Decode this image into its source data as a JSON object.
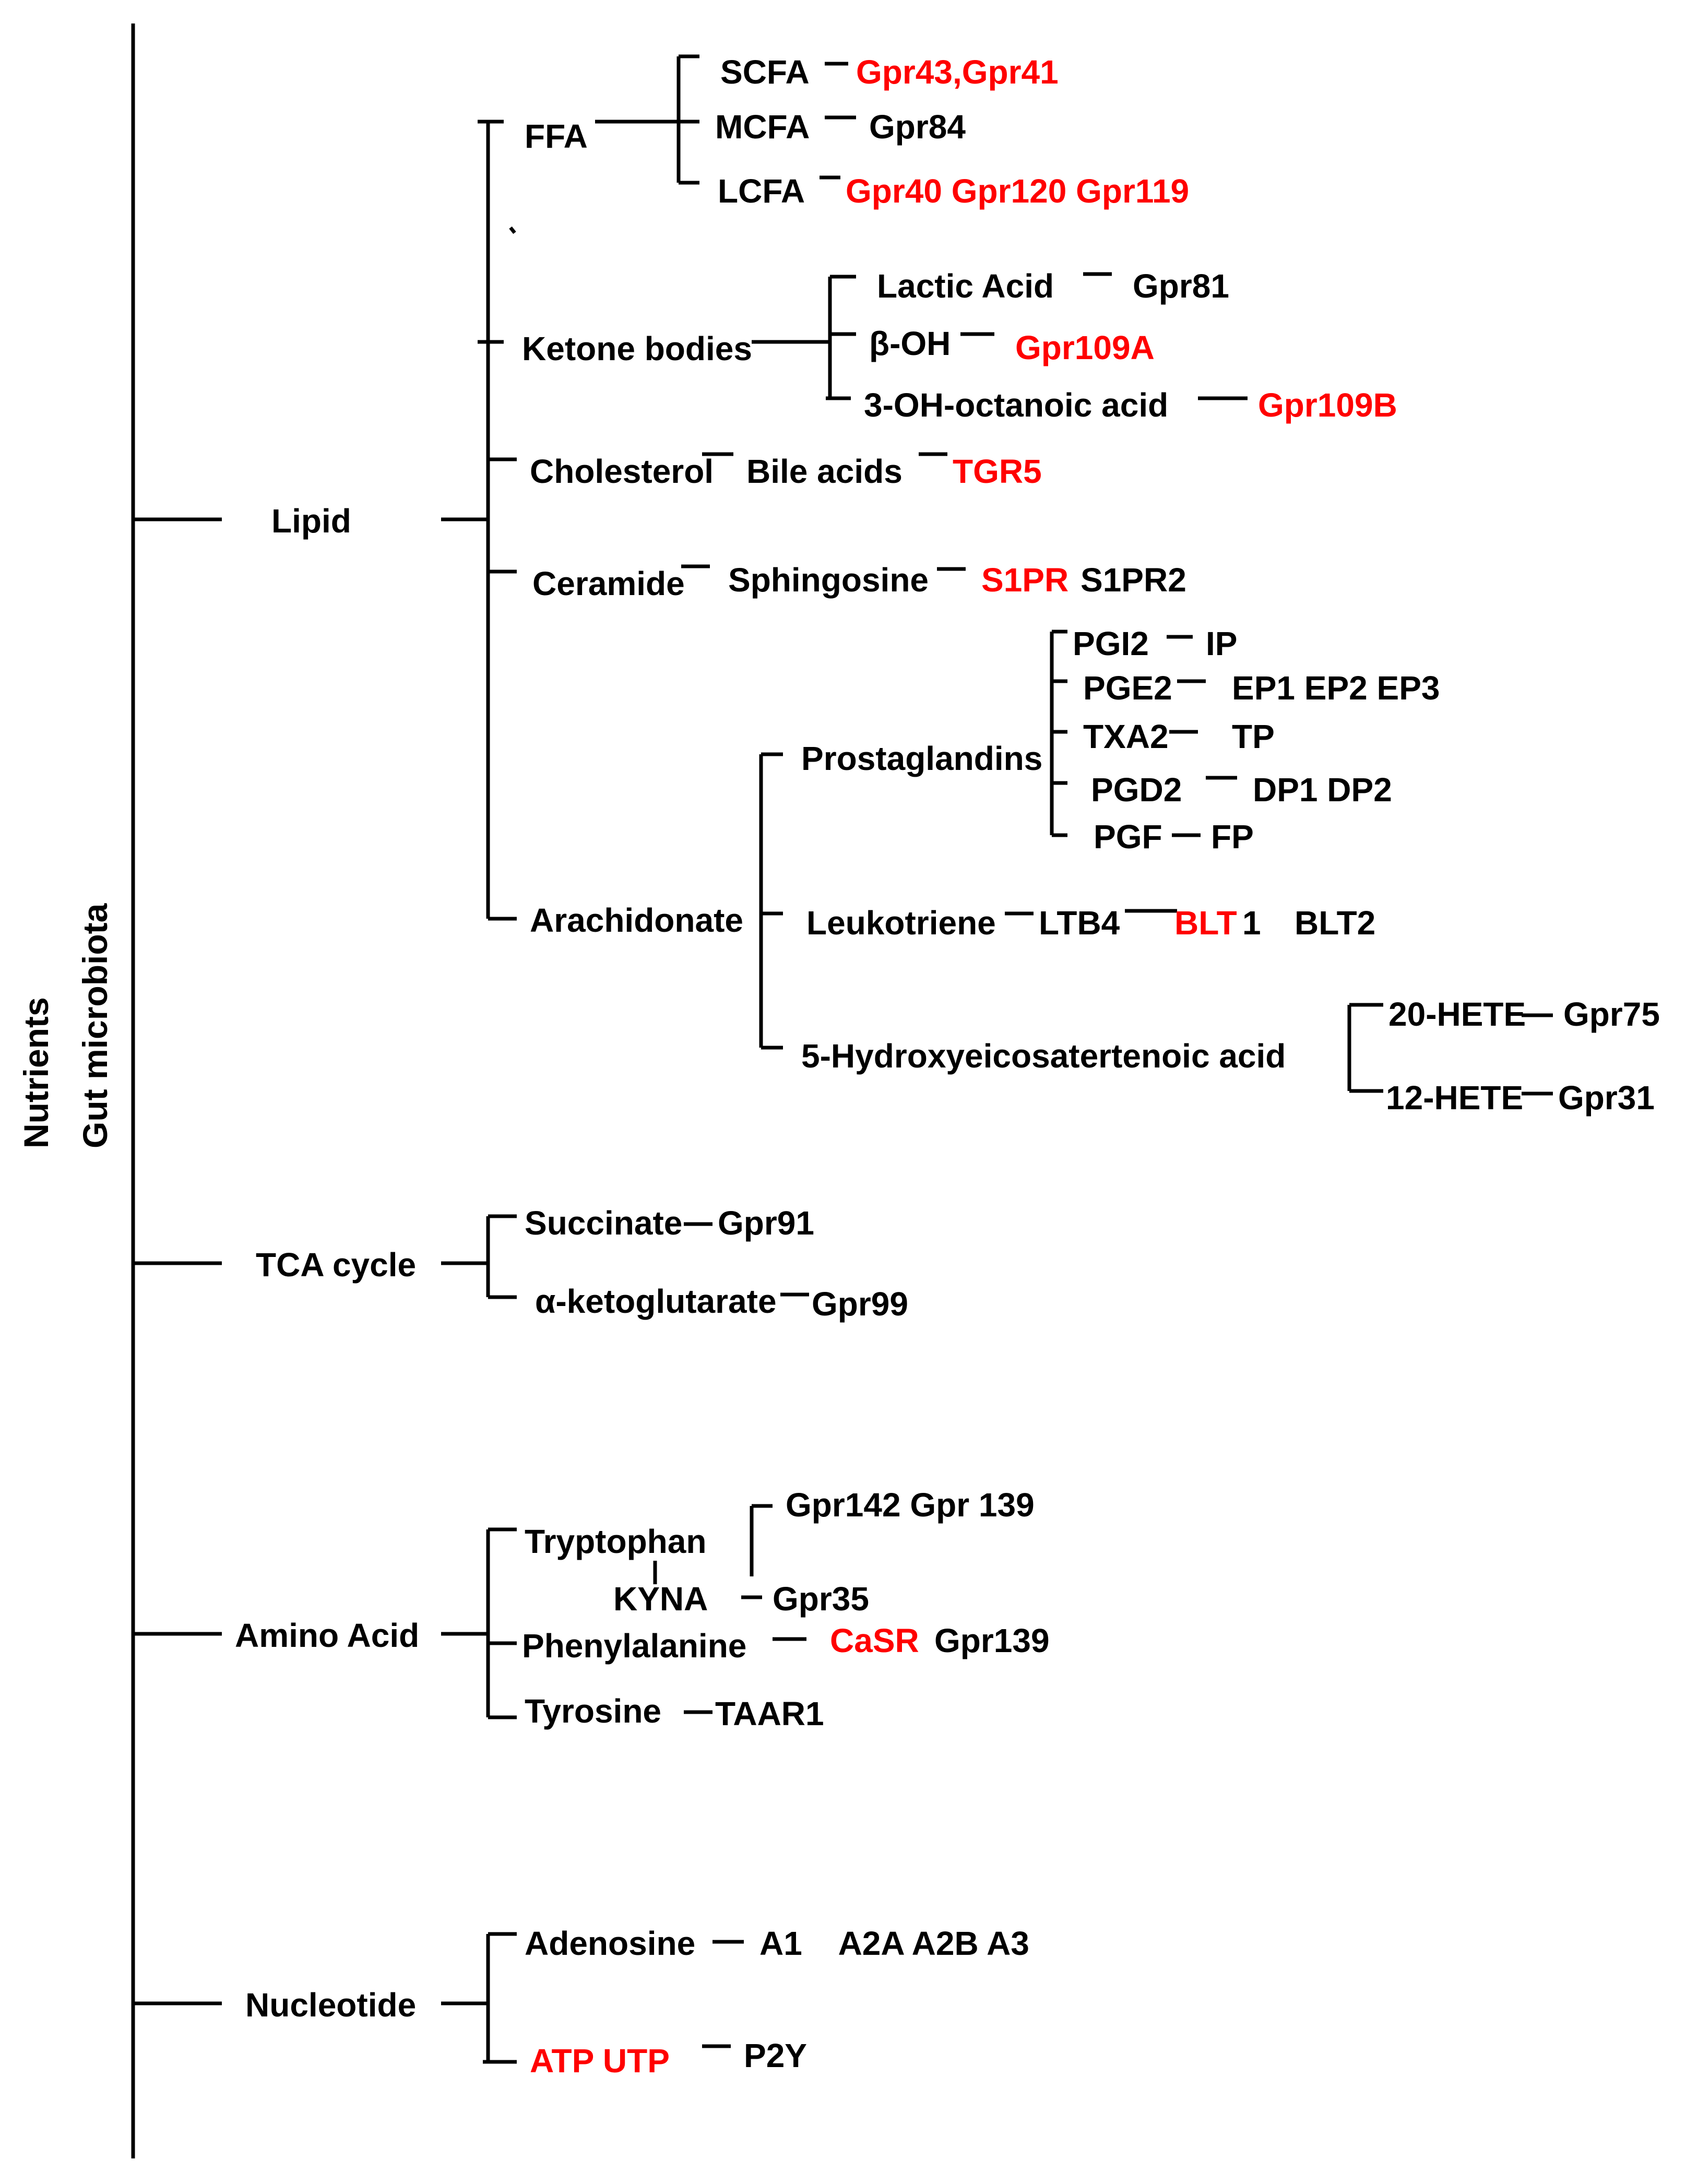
{
  "root": {
    "label_1": "Nutrients",
    "label_2": "Gut microbiota"
  },
  "categories": {
    "lipid": "Lipid",
    "tca": "TCA cycle",
    "amino": "Amino Acid",
    "nucleotide": "Nucleotide"
  },
  "lipid": {
    "ffa": {
      "label": "FFA",
      "scfa": "SCFA",
      "scfa_receptors": "Gpr43,Gpr41",
      "mcfa": "MCFA",
      "mcfa_receptor": "Gpr84",
      "lcfa": "LCFA",
      "lcfa_receptors": "Gpr40 Gpr120 Gpr119"
    },
    "ketone": {
      "label": "Ketone bodies",
      "lactic": "Lactic Acid",
      "lactic_receptor": "Gpr81",
      "boh": "β-OH",
      "boh_receptor": "Gpr109A",
      "octanoic": "3-OH-octanoic acid",
      "octanoic_receptor": "Gpr109B"
    },
    "cholesterol": {
      "label": "Cholesterol",
      "bile": "Bile acids",
      "receptor": "TGR5"
    },
    "ceramide": {
      "label": "Ceramide",
      "sphingosine": "Sphingosine",
      "receptor_1": "S1PR",
      "receptor_2": "S1PR2"
    },
    "arachidonate": {
      "label": "Arachidonate",
      "prostaglandins": {
        "label": "Prostaglandins",
        "items": [
          {
            "name": "PGI2",
            "receptors": "IP"
          },
          {
            "name": "PGE2",
            "receptors": "EP1 EP2 EP3"
          },
          {
            "name": "TXA2",
            "receptors": "TP"
          },
          {
            "name": "PGD2",
            "receptors": "DP1 DP2"
          },
          {
            "name": "PGF",
            "receptors": "FP"
          }
        ]
      },
      "leukotriene": {
        "label": "Leukotriene",
        "ltb4": "LTB4",
        "blt1_red": "BLT",
        "blt1_suffix": "1",
        "blt2": "BLT2"
      },
      "hete": {
        "label": "5-Hydroxyeicosatertenoic acid",
        "hete20": "20-HETE",
        "hete20_receptor": "Gpr75",
        "hete12": "12-HETE",
        "hete12_receptor": "Gpr31"
      }
    }
  },
  "tca": {
    "succinate": "Succinate",
    "succinate_receptor": "Gpr91",
    "akg": "α-ketoglutarate",
    "akg_receptor": "Gpr99"
  },
  "amino": {
    "tryptophan": "Tryptophan",
    "trp_receptors": "Gpr142 Gpr 139",
    "kyna": "KYNA",
    "kyna_receptor": "Gpr35",
    "phenylalanine": "Phenylalanine",
    "phe_receptor_red": "CaSR",
    "phe_receptor": "Gpr139",
    "tyrosine": "Tyrosine",
    "tyr_receptor": "TAAR1"
  },
  "nucleotide": {
    "adenosine": "Adenosine",
    "adenosine_receptors": "A1    A2A A2B A3",
    "atp": "ATP UTP",
    "atp_receptor": "P2Y"
  },
  "colors": {
    "highlight": "#ff0000",
    "text": "#000000",
    "line": "#000000"
  }
}
